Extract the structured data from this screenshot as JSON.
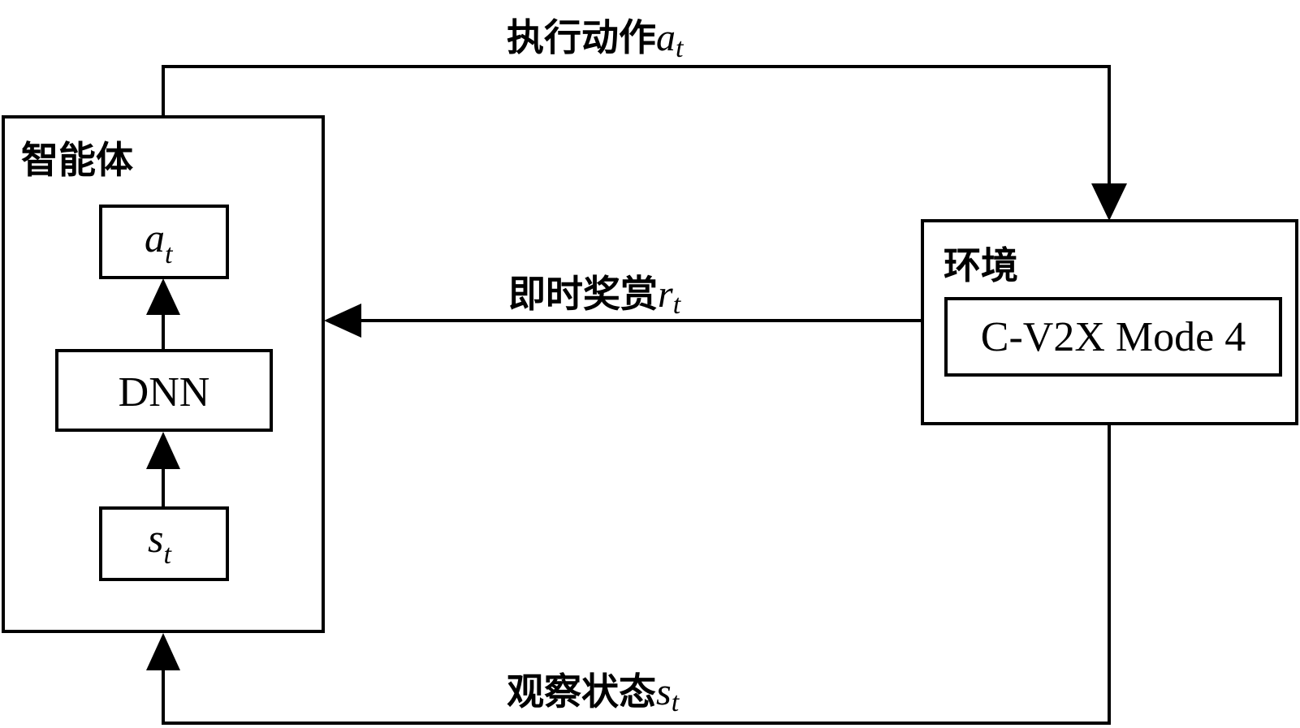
{
  "agent": {
    "title": "智能体",
    "action_main": "a",
    "action_sub": "t",
    "network_label": "DNN",
    "state_main": "s",
    "state_sub": "t"
  },
  "environment": {
    "title": "环境",
    "system_label": "C-V2X Mode 4"
  },
  "edges": {
    "action": {
      "label": "执行动作",
      "sym_main": "a",
      "sym_sub": "t"
    },
    "reward": {
      "label": "即时奖赏",
      "sym_main": "r",
      "sym_sub": "t"
    },
    "observe": {
      "label": "观察状态",
      "sym_main": "s",
      "sym_sub": "t"
    }
  },
  "colors": {
    "stroke": "#000000",
    "background": "#ffffff"
  }
}
